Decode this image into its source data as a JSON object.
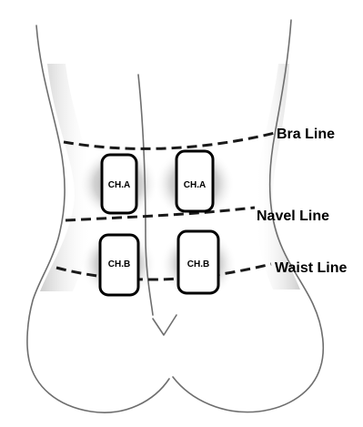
{
  "lines": {
    "bra": "Bra Line",
    "navel": "Navel Line",
    "waist": "Waist Line"
  },
  "pads": {
    "upper_left": "CH.A",
    "upper_right": "CH.A",
    "lower_left": "CH.B",
    "lower_right": "CH.B"
  },
  "colors": {
    "outline": "#6e6e6e",
    "dash": "#1a1a1a",
    "pad_border": "#000000",
    "shading": "#9a9a9a"
  }
}
